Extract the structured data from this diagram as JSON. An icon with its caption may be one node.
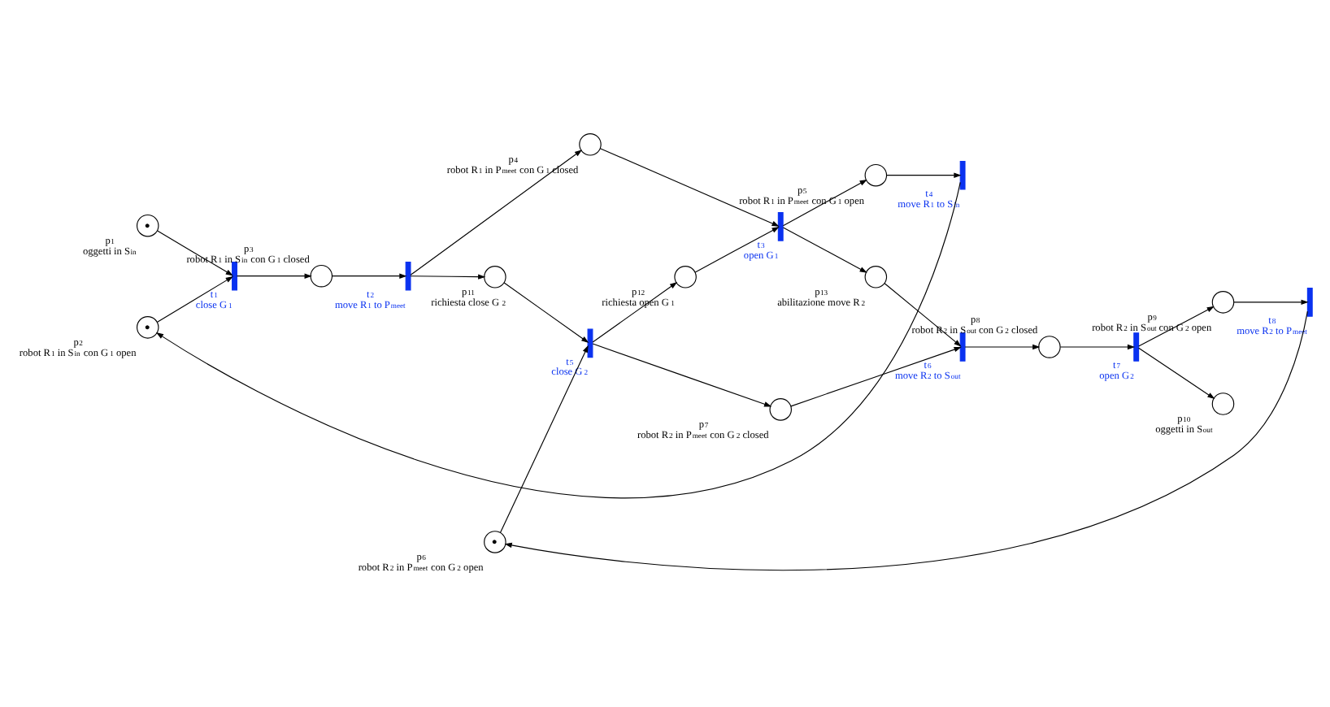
{
  "diagram": {
    "nodes": [
      {
        "text": [
          "●"
        ],
        "beside": [
          "p$_{1}$",
          "oggetti in S$_{in}$"
        ]
      },
      {
        "text": [
          "●"
        ],
        "beside": [
          "p$_{2}$",
          "robot R$_{1}$ in S$_{in}$ con G$_{1}$ open"
        ]
      },
      {
        "text": [],
        "shape": "circle",
        "beside": [
          "p$_{3}$",
          "robot R$_{1}$ in S$_{in}$ con G$_{1}$ closed"
        ]
      },
      {
        "text": [],
        "shape": "circle",
        "beside": [
          "p$_{4}$",
          "robot R$_{1}$ in P$_{meet}$ con G$_{1}$ closed"
        ]
      },
      {
        "text": [],
        "shape": "circle",
        "beside": [
          "p$_{5}$",
          "robot R$_{1}$ in P$_{meet}$ con G$_{1}$ open"
        ]
      },
      {
        "text": [
          "●"
        ],
        "beside": [
          "p$_{6}$",
          "robot R$_{2}$ in P$_{meet}$ con G$_{2}$ open"
        ]
      },
      {
        "text": [],
        "shape": "circle",
        "beside": [
          "p$_{7}$",
          "robot R$_{2}$ in P$_{meet}$ con G$_{2}$ closed"
        ]
      },
      {
        "text": [],
        "shape": "circle",
        "beside": [
          "p$_{8}$",
          "robot R$_{2}$ in S$_{out}$ con G$_{2}$ closed"
        ]
      },
      {
        "text": [],
        "shape": "circle",
        "beside": [
          "p$_{9}$",
          "robot R$_{2}$ in S$_{out}$ con G$_{2}$ open"
        ]
      },
      {
        "text": [],
        "shape": "circle",
        "beside": [
          "p$_{10}$",
          "oggetti in S$_{out}$"
        ]
      },
      {
        "text": [],
        "shape": "circle",
        "beside": [
          "p$_{11}$",
          "richiesta close G$_{2}$"
        ]
      },
      {
        "text": [],
        "shape": "circle",
        "beside": [
          "p$_{12}$",
          "richiesta open G$_{1}$"
        ]
      },
      {
        "text": [],
        "shape": "circle",
        "beside": [
          "p$_{13}$",
          "abilitazione move R$_{2}$"
        ]
      },
      {
        "text": [],
        "shape": "bar",
        "beside": [
          "t$_{1}$",
          "close G$_{1}$"
        ]
      },
      {
        "text": [],
        "shape": "bar",
        "beside": [
          "t$_{2}$",
          "move R$_{1}$ to P$_{meet}$"
        ]
      },
      {
        "text": [],
        "shape": "bar",
        "beside": [
          "t$_{3}$",
          "open G$_{1}$"
        ]
      },
      {
        "text": [],
        "shape": "bar",
        "beside": [
          "t$_{4}$",
          "move R$_{1}$ to S$_{in}$"
        ]
      },
      {
        "text": [],
        "shape": "bar",
        "beside": [
          "t$_{5}$",
          "close G$_{2}$"
        ]
      },
      {
        "text": [],
        "shape": "bar",
        "beside": [
          "t$_{6}$",
          "move R$_{2}$ to S$_{out}$"
        ]
      },
      {
        "text": [],
        "shape": "bar",
        "beside": [
          "t$_{7}$",
          "open G$_{2}$"
        ]
      },
      {
        "text": [],
        "shape": "bar",
        "beside": [
          "t$_{8}$",
          "move R$_{2}$ to P$_{meet}$"
        ]
      }
    ],
    "edges": [
      {
        "from": 0,
        "to": 13,
        "arrow": "to"
      },
      {
        "from": 1,
        "to": 13,
        "arrow": "to"
      },
      {
        "from": 13,
        "to": 2,
        "arrow": "to"
      },
      {
        "from": 2,
        "to": 14,
        "arrow": "to"
      },
      {
        "from": 14,
        "to": 10,
        "arrow": "to"
      },
      {
        "from": 14,
        "to": 3,
        "arrow": "to"
      },
      {
        "from": 3,
        "to": 15,
        "arrow": "to"
      },
      {
        "from": 11,
        "to": 15,
        "arrow": "to"
      },
      {
        "from": 15,
        "to": 12,
        "arrow": "to"
      },
      {
        "from": 15,
        "to": 4,
        "arrow": "to"
      },
      {
        "from": 4,
        "to": 16,
        "arrow": "to"
      },
      {
        "from": 16,
        "to": 1,
        "arrow": "to"
      },
      {
        "from": 5,
        "to": 17,
        "arrow": "to"
      },
      {
        "from": 10,
        "to": 17,
        "arrow": "to"
      },
      {
        "from": 17,
        "to": 6,
        "arrow": "to"
      },
      {
        "from": 17,
        "to": 11,
        "arrow": "to"
      },
      {
        "from": 6,
        "to": 18,
        "arrow": "to"
      },
      {
        "from": 12,
        "to": 18,
        "arrow": "to"
      },
      {
        "from": 18,
        "to": 7,
        "arrow": "to"
      },
      {
        "from": 7,
        "to": 19,
        "arrow": "to"
      },
      {
        "from": 19,
        "to": 8,
        "arrow": "to"
      },
      {
        "from": 19,
        "to": 9,
        "arrow": "to"
      },
      {
        "from": 8,
        "to": 20,
        "arrow": "to"
      },
      {
        "from": 20,
        "to": 5,
        "arrow": "to"
      }
    ]
  }
}
